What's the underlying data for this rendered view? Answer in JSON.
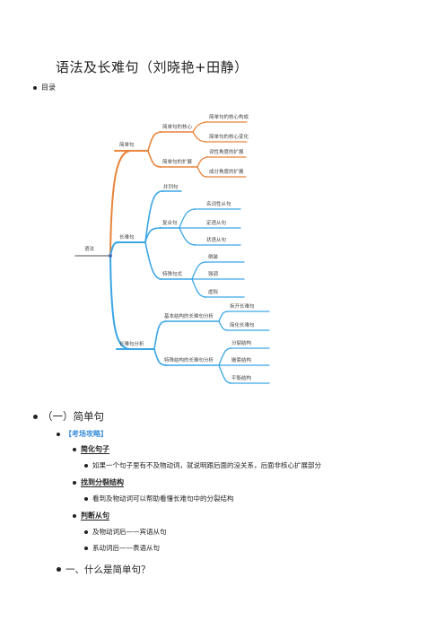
{
  "doc": {
    "title": "语法及长难句（刘晓艳+田静）",
    "toc_label": "目录"
  },
  "mindmap": {
    "root": "语法",
    "branches": [
      {
        "label": "简单句",
        "children": [
          {
            "label": "简单句的核心",
            "leaves": [
              "简单句的核心构成",
              "简单句的核心变化"
            ]
          },
          {
            "label": "简单句的扩展",
            "leaves": [
              "词性角度的扩展",
              "成分角度的扩展"
            ]
          }
        ]
      },
      {
        "label": "长难句",
        "children": [
          {
            "label": "并列句",
            "leaves": []
          },
          {
            "label": "复合句",
            "leaves": [
              "名词性从句",
              "定语从句",
              "状语从句"
            ]
          },
          {
            "label": "特殊句式",
            "leaves": [
              "倒装",
              "强调",
              "虚拟"
            ]
          }
        ]
      },
      {
        "label": "长难句分析",
        "children": [
          {
            "label": "基本结构的长难句分析",
            "leaves": [
              "拆开长难句",
              "简化长难句"
            ]
          },
          {
            "label": "特殊结构的长难句分析",
            "leaves": [
              "分裂结构",
              "嵌套结构",
              "平衡结构"
            ]
          }
        ]
      }
    ]
  },
  "outline": {
    "section1": "（一）简单句",
    "exam_tip": "【考场攻略】",
    "items": [
      {
        "heading": "简化句子",
        "points": [
          "如果一个句子里有不及物动词，就说明跟后面的没关系，后面非核心扩展部分"
        ]
      },
      {
        "heading": "找到分裂结构",
        "points": [
          "看到及物动词可以帮助看懂长难句中的分裂结构"
        ]
      },
      {
        "heading": "判断从句",
        "points": [
          "及物动词后——宾语从句",
          "系动词后——表语从句"
        ]
      }
    ],
    "question": "一、什么是简单句？"
  },
  "colors": {
    "branch1": "#e8843a",
    "branch2": "#3aa6e6",
    "branch3": "#3aa6e6",
    "root_line": "#888888",
    "accent_blue": "#3a8fd9"
  }
}
